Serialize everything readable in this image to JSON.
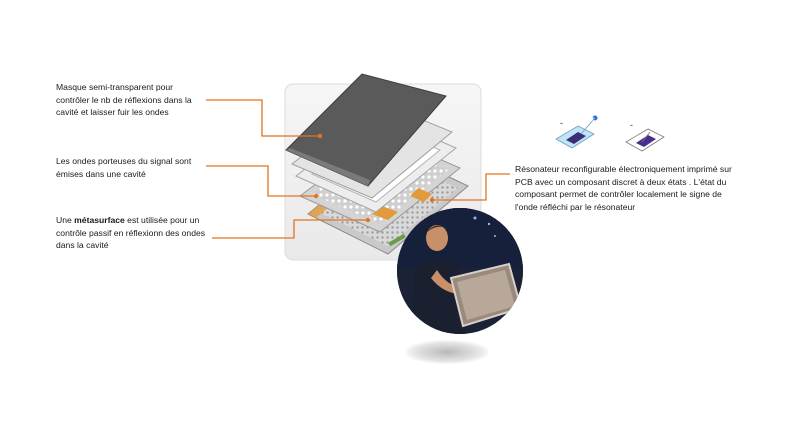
{
  "annotations": {
    "mask": "Masque semi-transparent pour\ncontrôler le nb de réflexions dans la\ncavité et laisser fuir les ondes",
    "waves": "Les ondes porteuses du signal  sont\némises dans une cavité",
    "metasurface_prefix": "Une ",
    "metasurface_bold": "métasurface",
    "metasurface_rest": " est utilisée pour un\ncontrôle passif en réflexionn des ondes\ndans la cavité",
    "resonator": "Résonateur reconfigurable électroniquement  imprimé sur\nPCB avec un composant discret à  deux états . L'état du\ncomposant permet de contrôler localement le signe de\nl'onde réfléchi par le résonateur"
  },
  "resonator_signs": {
    "left": "-",
    "right": "-",
    "plus": "+"
  },
  "colors": {
    "leader_line": "#e2731f",
    "mask_plate": "#5a5a5a",
    "pcb_accent": "#e39a3a",
    "photo_bg": "#1b2235"
  }
}
